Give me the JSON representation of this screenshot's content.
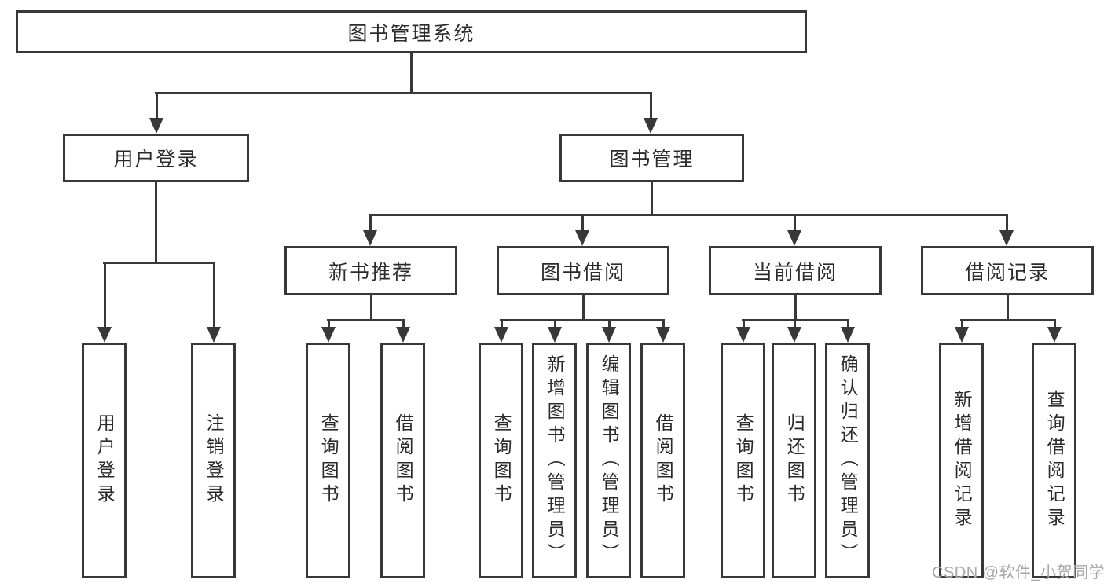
{
  "colors": {
    "line": "#383838",
    "text": "#2b2b2b",
    "watermark": "#a8a8a8",
    "background": "#ffffff"
  },
  "diagram": {
    "root": {
      "label": "图书管理系统"
    },
    "level2": [
      {
        "label": "用户登录"
      },
      {
        "label": "图书管理"
      }
    ],
    "level3": [
      {
        "label": "新书推荐"
      },
      {
        "label": "图书借阅"
      },
      {
        "label": "当前借阅"
      },
      {
        "label": "借阅记录"
      }
    ],
    "leaves": {
      "login": [
        "用户登录",
        "注销登录"
      ],
      "recommend": [
        "查询图书",
        "借阅图书"
      ],
      "borrow": [
        "查询图书",
        "新增图书（管理员）",
        "编辑图书（管理员）",
        "借阅图书"
      ],
      "current": [
        "查询图书",
        "归还图书",
        "确认归还（管理员）"
      ],
      "records": [
        "新增借阅记录",
        "查询借阅记录"
      ]
    }
  },
  "watermark": {
    "text": "CSDN @软件_小贺同学"
  }
}
